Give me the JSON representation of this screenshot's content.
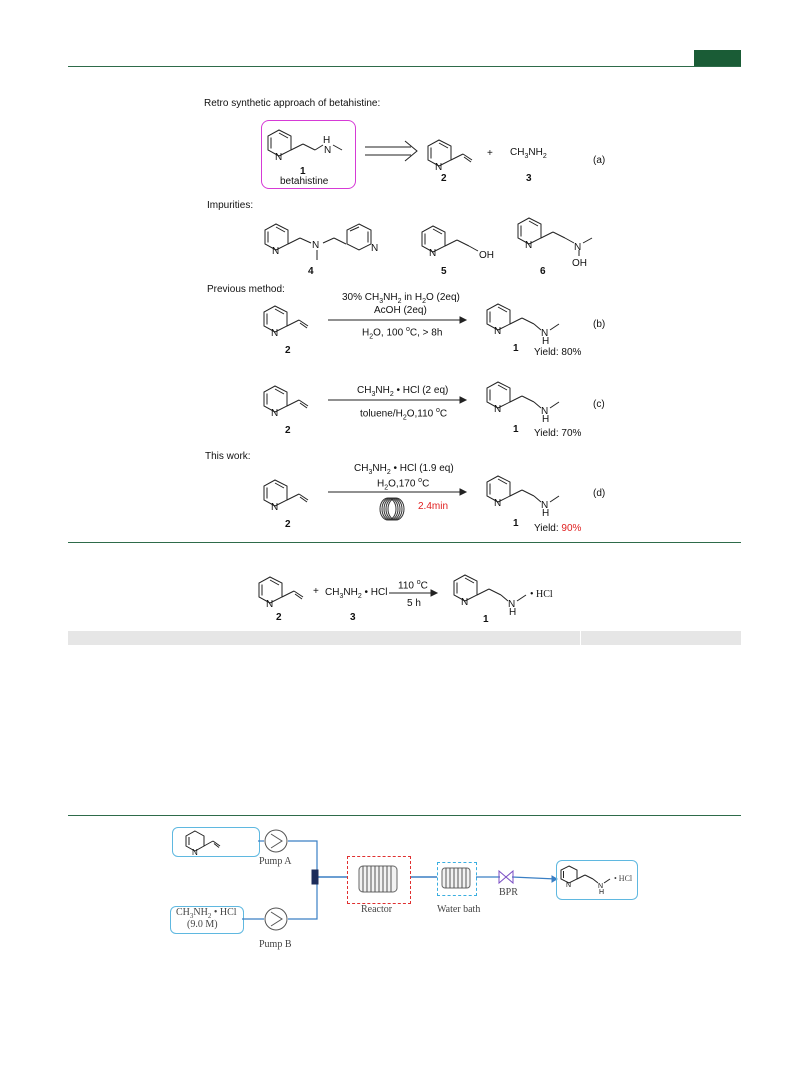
{
  "header": {
    "accent_color": "#1a5c36"
  },
  "figure1": {
    "retro_title": "Retro synthetic approach of betahistine:",
    "impurities_title": "Impurities:",
    "previous_title": "Previous method:",
    "this_work_title": "This work:",
    "labels": {
      "c1": "1",
      "betahistine": "betahistine",
      "c2": "2",
      "c3": "3",
      "c4": "4",
      "c5": "5",
      "c6": "6",
      "plus": "+",
      "ch3nh2": "CH3NH2",
      "a": "(a)",
      "b": "(b)",
      "c": "(c)",
      "d": "(d)"
    },
    "route_b": {
      "cond1": "30% CH3NH2 in H2O (2eq)",
      "cond2": "AcOH (2eq)",
      "cond3": "H2O, 100 oC, > 8h",
      "yield": "Yield: 80%"
    },
    "route_c": {
      "cond1": "CH3NH2 • HCl (2 eq)",
      "cond2": "toluene/H2O,110 oC",
      "yield": "Yield: 70%"
    },
    "route_d": {
      "cond1": "CH3NH2 • HCl (1.9 eq)",
      "cond2": "H2O,170 oC",
      "time": "2.4min",
      "yield_prefix": "Yield: ",
      "yield_value": "90%"
    }
  },
  "scheme2": {
    "reagent": "CH3NH2 • HCl",
    "plus": "+",
    "cond_top": "110 oC",
    "cond_bottom": "5 h",
    "salt": "• HCl",
    "c2": "2",
    "c3": "3",
    "c1": "1"
  },
  "flow": {
    "reagent_b_line1": "CH3NH2 • HCl",
    "reagent_b_line2": "(9.0 M)",
    "pump_a": "Pump A",
    "pump_b": "Pump B",
    "reactor": "Reactor",
    "water_bath": "Water bath",
    "bpr": "BPR",
    "product_salt": "• HCl"
  }
}
